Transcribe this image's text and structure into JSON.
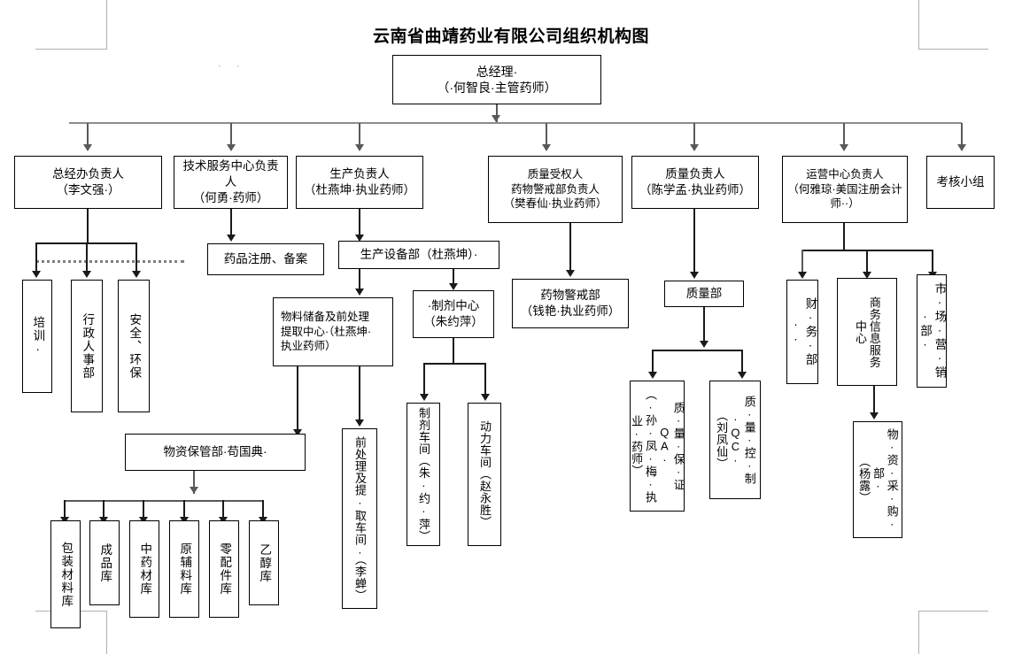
{
  "page": {
    "title": "云南省曲靖药业有限公司组织机构图",
    "stray_marks": "· ·"
  },
  "chart_data": {
    "type": "diagram",
    "diagram_kind": "organization-chart",
    "title": "云南省曲靖药业有限公司组织机构图",
    "nodes": {
      "root": {
        "label": "总经理·\n（·何智良·主管药师）"
      },
      "level2": [
        {
          "id": "gm-office",
          "label": "总经办负责人\n（李文强·）"
        },
        {
          "id": "tech-svc",
          "label": "技术服务中心负责人\n（何勇·药师）"
        },
        {
          "id": "production",
          "label": "生产负责人\n（杜燕坤·执业药师）"
        },
        {
          "id": "qa-auth",
          "label": "质量受权人\n药物警戒部负责人\n（樊春仙·执业药师）"
        },
        {
          "id": "quality",
          "label": "质量负责人\n（陈学孟·执业药师）"
        },
        {
          "id": "operations",
          "label": "运营中心负责人\n（何雅琼·美国注册会计师··）"
        },
        {
          "id": "review",
          "label": "考核小组"
        }
      ],
      "gm_office_children": [
        {
          "id": "training",
          "label": "培训·"
        },
        {
          "id": "hr",
          "label": "行政人事部"
        },
        {
          "id": "safety",
          "label": "安全、环保"
        }
      ],
      "tech_children": [
        {
          "id": "drug-reg",
          "label": "药品注册、备案"
        }
      ],
      "production_children": [
        {
          "id": "prod-equip",
          "label": "生产设备部（杜燕坤）·"
        }
      ],
      "prod_equip_children": [
        {
          "id": "material-center",
          "label": "物料储备及前处理\n提取中心·（杜燕坤·\n执业药师）"
        },
        {
          "id": "prep-center",
          "label": "·制剂中心\n（朱约萍）"
        }
      ],
      "material_center_children": [
        {
          "id": "warehouse-dept",
          "label": "物资保管部·苟国典·"
        },
        {
          "id": "pretreat-shop",
          "label": "前处理及提·取车间·（李蝉）"
        }
      ],
      "prep_center_children": [
        {
          "id": "prep-shop",
          "label": "制剂车间（朱·约·萍）"
        },
        {
          "id": "power-shop",
          "label": "动力车间（赵永胜）"
        }
      ],
      "warehouses": [
        {
          "id": "wh-packaging",
          "label": "包装材料库"
        },
        {
          "id": "wh-finished",
          "label": "成品库"
        },
        {
          "id": "wh-herb",
          "label": "中药材库"
        },
        {
          "id": "wh-raw",
          "label": "原辅料库"
        },
        {
          "id": "wh-parts",
          "label": "零配件库"
        },
        {
          "id": "wh-ethanol",
          "label": "乙醇库"
        }
      ],
      "qa_auth_children": [
        {
          "id": "pv-dept",
          "label": "药物警戒部\n（钱艳·执业药师）"
        }
      ],
      "quality_children": [
        {
          "id": "quality-dept",
          "label": "质量部"
        }
      ],
      "quality_dept_children": [
        {
          "id": "qa-unit",
          "label": "质·量·保·证QA·\n（·孙·凤·梅·执业·药师）"
        },
        {
          "id": "qc-unit",
          "label": "质·量·控·制·QC·\n（刘凤仙）"
        }
      ],
      "operations_children": [
        {
          "id": "finance",
          "label": "财·务·部··"
        },
        {
          "id": "biz-info",
          "label": "商务信息服务\n中心"
        },
        {
          "id": "market",
          "label": "市·场·营·销·部·"
        }
      ],
      "biz_info_children": [
        {
          "id": "procurement",
          "label": "物·资·采·购·部·\n（杨露）"
        }
      ]
    },
    "edges": [
      {
        "from": "root",
        "to": "gm-office"
      },
      {
        "from": "root",
        "to": "tech-svc"
      },
      {
        "from": "root",
        "to": "production"
      },
      {
        "from": "root",
        "to": "qa-auth"
      },
      {
        "from": "root",
        "to": "quality"
      },
      {
        "from": "root",
        "to": "operations"
      },
      {
        "from": "root",
        "to": "review"
      },
      {
        "from": "gm-office",
        "to": "training"
      },
      {
        "from": "gm-office",
        "to": "hr"
      },
      {
        "from": "gm-office",
        "to": "safety"
      },
      {
        "from": "tech-svc",
        "to": "drug-reg"
      },
      {
        "from": "production",
        "to": "prod-equip"
      },
      {
        "from": "prod-equip",
        "to": "material-center"
      },
      {
        "from": "prod-equip",
        "to": "prep-center"
      },
      {
        "from": "material-center",
        "to": "warehouse-dept"
      },
      {
        "from": "material-center",
        "to": "pretreat-shop"
      },
      {
        "from": "prep-center",
        "to": "prep-shop"
      },
      {
        "from": "prep-center",
        "to": "power-shop"
      },
      {
        "from": "warehouse-dept",
        "to": "wh-packaging"
      },
      {
        "from": "warehouse-dept",
        "to": "wh-finished"
      },
      {
        "from": "warehouse-dept",
        "to": "wh-herb"
      },
      {
        "from": "warehouse-dept",
        "to": "wh-raw"
      },
      {
        "from": "warehouse-dept",
        "to": "wh-parts"
      },
      {
        "from": "warehouse-dept",
        "to": "wh-ethanol"
      },
      {
        "from": "qa-auth",
        "to": "pv-dept"
      },
      {
        "from": "quality",
        "to": "quality-dept"
      },
      {
        "from": "quality-dept",
        "to": "qa-unit"
      },
      {
        "from": "quality-dept",
        "to": "qc-unit"
      },
      {
        "from": "operations",
        "to": "finance"
      },
      {
        "from": "operations",
        "to": "biz-info"
      },
      {
        "from": "operations",
        "to": "market"
      },
      {
        "from": "biz-info",
        "to": "procurement"
      }
    ],
    "colors": {
      "box_border": "#000000",
      "box_fill": "#ffffff",
      "connector": "#1a1a1a",
      "connector_gray": "#595959",
      "dotted_rule": "#808080",
      "text": "#000000"
    }
  }
}
